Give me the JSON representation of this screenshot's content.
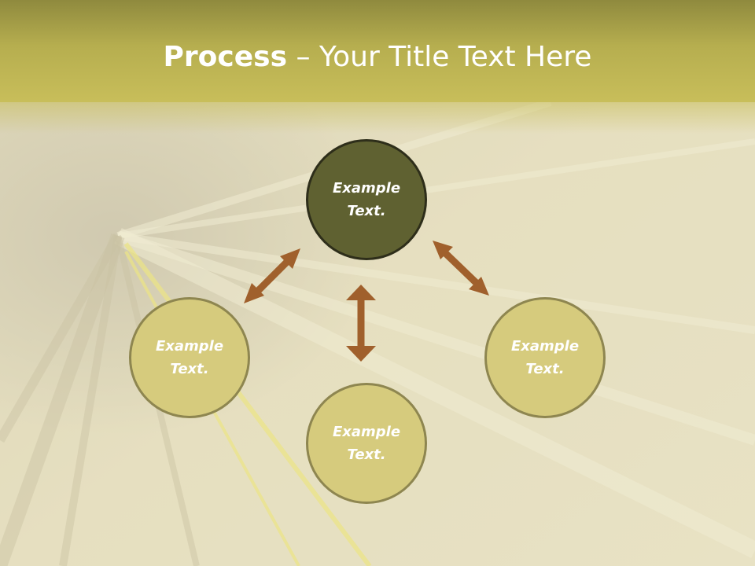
{
  "title": {
    "bold": "Process",
    "rest": " – Your Title Text Here"
  },
  "nodes": [
    {
      "label": "Example Text."
    },
    {
      "label": "Example Text."
    },
    {
      "label": "Example Text."
    },
    {
      "label": "Example Text."
    }
  ],
  "colors": {
    "title_band": "#b6ae4f",
    "center_node": "#5f6131",
    "outer_node": "#d6cb7d",
    "node_border": "#8e8650",
    "arrow": "#a0602c"
  }
}
